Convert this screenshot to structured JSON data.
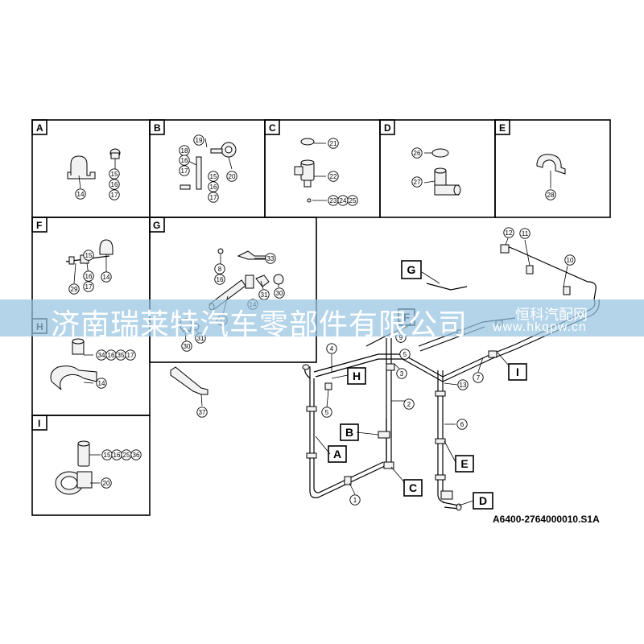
{
  "panels": [
    {
      "letter": "A",
      "numbers": [
        "15",
        "16",
        "17",
        "14"
      ]
    },
    {
      "letter": "B",
      "numbers": [
        "19",
        "18",
        "16",
        "17",
        "15",
        "16",
        "17",
        "20"
      ]
    },
    {
      "letter": "C",
      "numbers": [
        "21",
        "22",
        "23",
        "24",
        "25"
      ]
    },
    {
      "letter": "D",
      "numbers": [
        "26",
        "27"
      ]
    },
    {
      "letter": "E",
      "numbers": [
        "28"
      ]
    },
    {
      "letter": "F",
      "numbers": [
        "15",
        "16",
        "17",
        "29",
        "14"
      ]
    },
    {
      "letter": "G",
      "numbers": [
        "33",
        "8",
        "16",
        "31",
        "30",
        "14",
        "32",
        "30",
        "31"
      ]
    },
    {
      "letter": "H",
      "numbers": [
        "34",
        "16",
        "35",
        "17",
        "14"
      ]
    },
    {
      "letter": "I",
      "numbers": [
        "15",
        "16",
        "25",
        "36",
        "20"
      ]
    }
  ],
  "loose_parts": [
    "37"
  ],
  "assembly": {
    "callouts": [
      "12",
      "11",
      "10",
      "4",
      "9",
      "5",
      "3",
      "7",
      "13",
      "2",
      "5",
      "6",
      "1"
    ],
    "view_letters": [
      "G",
      "F",
      "H",
      "I",
      "B",
      "A",
      "E",
      "C",
      "D"
    ]
  },
  "drawing_code": "A6400-2764000010.S1A",
  "watermark": {
    "company": "济南瑞莱特汽车零部件有限公司",
    "site_name": "恒科汽配网",
    "site_url": "www.hkqpw.cn"
  },
  "colors": {
    "line": "#000000",
    "part_fill": "#f2f2f2",
    "banner": "#96c3e1",
    "banner_text": "#ffffff"
  }
}
